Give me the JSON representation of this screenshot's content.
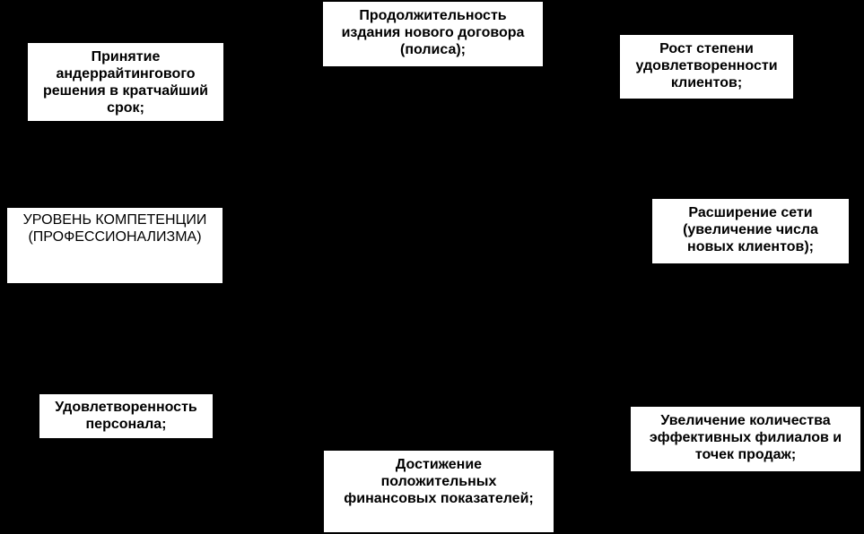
{
  "boxes": {
    "duration": "Продолжительность\nиздания нового договора\n(полиса);",
    "decision": "Принятие\nандеррайтингового\nрешения в кратчайший\nсрок;",
    "satisfaction": "Рост степени\nудовлетворенности\nклиентов;",
    "competence": "УРОВЕНЬ КОМПЕТЕНЦИИ\n(ПРОФЕССИОНАЛИЗМА)",
    "network": "Расширение сети\n(увеличение числа\nновых клиентов);",
    "staff": "Удовлетворенность\nперсонала;",
    "branches": "Увеличение количества\nэффективных филиалов и\nточек продаж;",
    "finance": "Достижение\nположительных\nфинансовых показателей;"
  },
  "colors": {
    "background": "#000000",
    "box_fill": "#ffffff",
    "text": "#000000"
  }
}
